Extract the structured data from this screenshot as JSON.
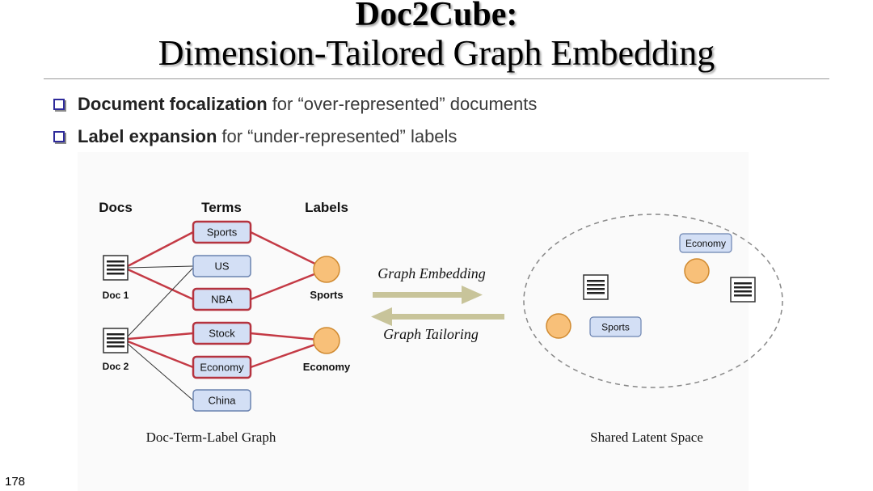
{
  "slide": {
    "title_line1": "Doc2Cube:",
    "title_line2": "Dimension-Tailored Graph Embedding",
    "bullets": [
      {
        "bold": "Document focalization",
        "rest": "for “over-represented” documents"
      },
      {
        "bold": "Label expansion",
        "rest": "for “under-represented” labels"
      }
    ],
    "page_number": "178"
  },
  "graph": {
    "col_docs": "Docs",
    "col_terms": "Terms",
    "col_labels": "Labels",
    "docs": [
      "Doc 1",
      "Doc 2"
    ],
    "terms": [
      "Sports",
      "US",
      "NBA",
      "Stock",
      "Economy",
      "China"
    ],
    "labels": [
      "Sports",
      "Economy"
    ],
    "caption": "Doc-Term-Label Graph"
  },
  "arrows": {
    "forward": "Graph Embedding",
    "backward": "Graph Tailoring"
  },
  "latent": {
    "tag_economy": "Economy",
    "tag_sports": "Sports",
    "caption": "Shared Latent Space"
  },
  "colors": {
    "term_fill": "#d3dff5",
    "term_border_red": "#b5333f",
    "term_border_blue": "#6b83b0",
    "edge_red": "#c43a45",
    "node_orange": "#f8c079",
    "arrow": "#c8c49a",
    "bullet_box": "#2e2a9a"
  }
}
